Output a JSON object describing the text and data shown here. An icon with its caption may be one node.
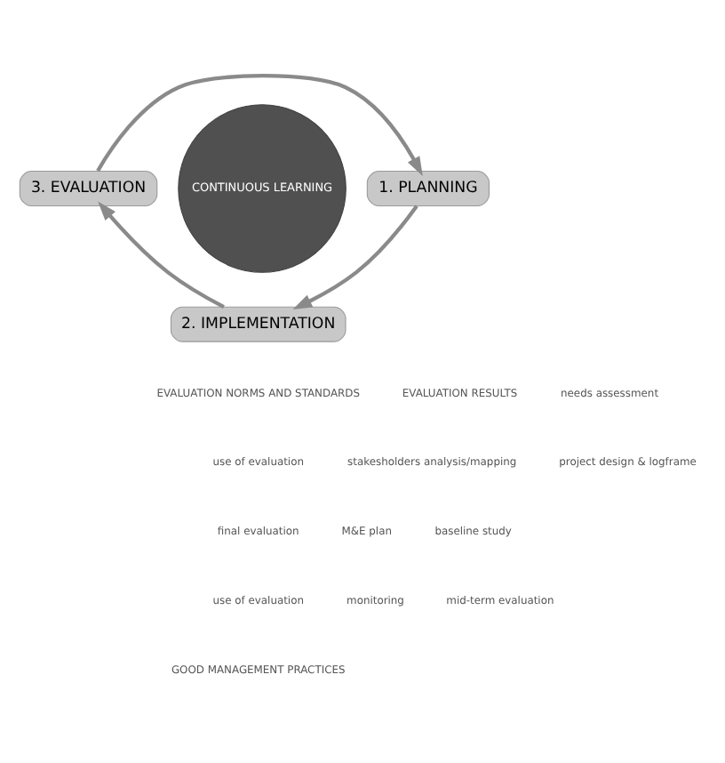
{
  "diagram": {
    "nodes": [
      {
        "text": [
          "1. PLANNING"
        ]
      },
      {
        "text": [
          "2. IMPLEMENTATION"
        ]
      },
      {
        "text": [
          "3. EVALUATION"
        ]
      },
      {
        "text": [
          "CONTINUOUS LEARNING"
        ]
      }
    ],
    "edges": [
      {
        "from": 0,
        "to": 1,
        "arrow": "to"
      },
      {
        "from": 1,
        "to": 2,
        "arrow": "to"
      },
      {
        "from": 2,
        "to": 0,
        "arrow": "to"
      }
    ],
    "labels": [
      "EVALUATION NORMS AND STANDARDS",
      "EVALUATION RESULTS",
      "needs assessment",
      "use of evaluation",
      "stakesholders analysis/mapping",
      "project design & logframe",
      "final evaluation",
      "M&E plan",
      "baseline study",
      "use of evaluation",
      "monitoring",
      "mid-term evaluation",
      "GOOD MANAGEMENT PRACTICES"
    ]
  }
}
